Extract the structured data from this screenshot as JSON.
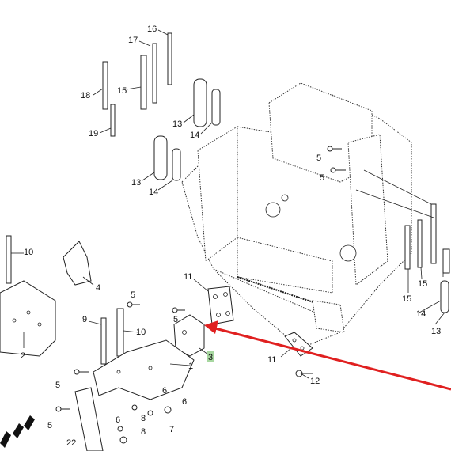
{
  "labels": {
    "l1": "1",
    "l2": "2",
    "l3": "3",
    "l4": "4",
    "l5a": "5",
    "l5b": "5",
    "l5c": "5",
    "l5d": "5",
    "l5e": "5",
    "l5f": "5",
    "l6a": "6",
    "l6b": "6",
    "l6c": "6",
    "l7": "7",
    "l8a": "8",
    "l8b": "8",
    "l9": "9",
    "l10a": "10",
    "l10b": "10",
    "l11a": "11",
    "l11b": "11",
    "l12": "12",
    "l13a": "13",
    "l13b": "13",
    "l13c": "13",
    "l14a": "14",
    "l14b": "14",
    "l14c": "14",
    "l15a": "15",
    "l15b": "15",
    "l15c": "15",
    "l16": "16",
    "l17": "17",
    "l18": "18",
    "l19": "19",
    "l22": "22"
  },
  "highlighted_part": "3",
  "colors": {
    "arrow": "#e02020",
    "highlight": "#a7d7a0"
  }
}
